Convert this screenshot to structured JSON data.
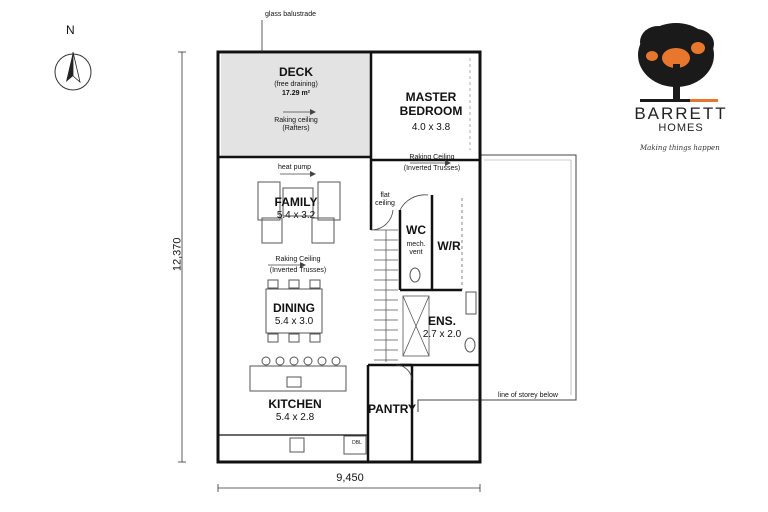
{
  "compass": {
    "label": "N"
  },
  "deck": {
    "name": "DECK",
    "note": "(free draining)",
    "area": "17.29 m²",
    "ceiling": "Raking ceiling\n(Rafters)"
  },
  "balustrade": "glass balustrade",
  "master": {
    "name": "MASTER\nBEDROOM",
    "size": "4.0 x 3.8",
    "ceiling": "Raking Ceiling\n(Inverted Trusses)"
  },
  "heat_pump": "heat pump",
  "flat_ceiling": "flat\nceiling",
  "family": {
    "name": "FAMILY",
    "size": "5.4 x 3.2"
  },
  "wc": {
    "name": "WC",
    "note": "mech.\nvent"
  },
  "wr": {
    "name": "W/R"
  },
  "living_ceiling": "Raking Ceiling\n(Inverted Trusses)",
  "dining": {
    "name": "DINING",
    "size": "5.4 x 3.0"
  },
  "ens": {
    "name": "ENS.",
    "size": "2.7 x 2.0"
  },
  "line_below": "line of storey below",
  "kitchen": {
    "name": "KITCHEN",
    "size": "5.4 x 2.8"
  },
  "pantry": {
    "name": "PANTRY"
  },
  "appliance": "DBL",
  "dimensions": {
    "height": "12,370",
    "width": "9,450"
  },
  "brand": {
    "name": "BARRETT",
    "sub": "HOMES",
    "tagline": "Making things happen",
    "accent": "#e8772e"
  }
}
